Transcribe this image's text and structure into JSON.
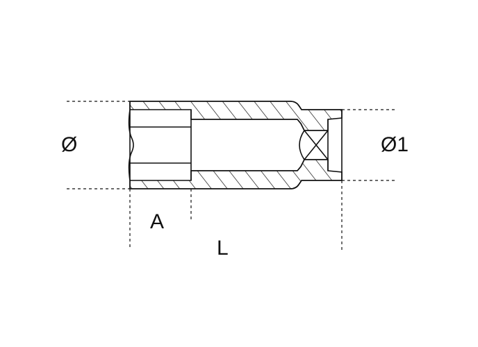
{
  "labels": {
    "diameter": "Ø",
    "diameter_1": "Ø1",
    "length_a": "A",
    "length_l": "L"
  },
  "colors": {
    "line": "#111111",
    "background": "#ffffff"
  }
}
